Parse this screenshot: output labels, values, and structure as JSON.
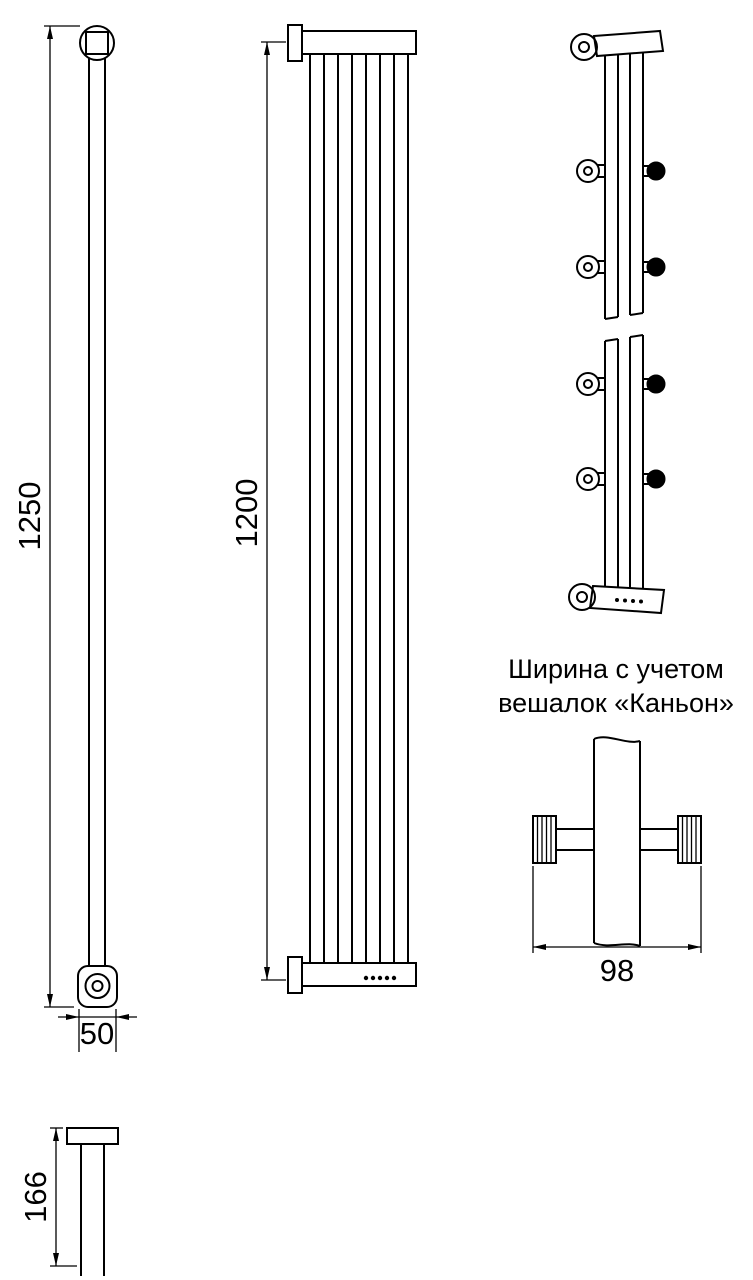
{
  "page": {
    "background_color": "#ffffff",
    "line_color": "#000000"
  },
  "figures": {
    "side_view": {
      "height_label": "1250",
      "width_label": "50"
    },
    "front_view": {
      "height_label": "1200"
    },
    "caption": {
      "line1": "Ширина с учетом",
      "line2": "вешалок «Каньон»"
    },
    "cross_section": {
      "width_label": "98"
    },
    "bracket_view": {
      "height_label": "166"
    }
  }
}
